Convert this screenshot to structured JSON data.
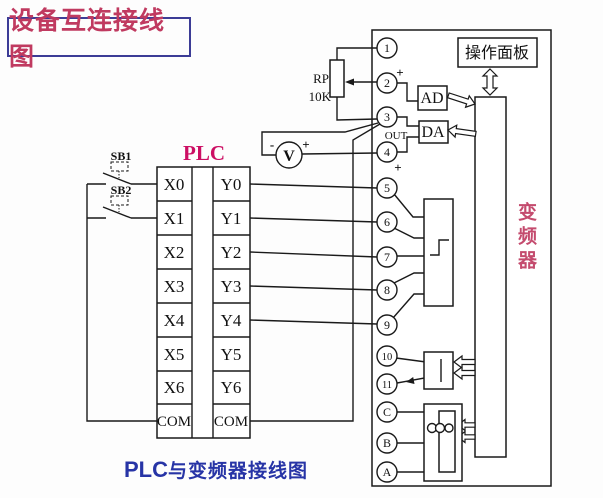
{
  "title": "设备互连接线图",
  "caption": {
    "plc": "PLC",
    "rest": "与变频器接线图"
  },
  "plc": {
    "label": "PLC",
    "inputs": [
      "X0",
      "X1",
      "X2",
      "X3",
      "X4",
      "X5",
      "X6",
      "COM"
    ],
    "outputs": [
      "Y0",
      "Y1",
      "Y2",
      "Y3",
      "Y4",
      "Y5",
      "Y6",
      "COM"
    ]
  },
  "switches": {
    "sb1": "SB1",
    "sb2": "SB2"
  },
  "potentiometer": {
    "name": "RP",
    "value": "10K"
  },
  "voltmeter": {
    "symbol": "V",
    "minus": "-",
    "plus": "+"
  },
  "terminals": [
    "1",
    "2",
    "3",
    "4",
    "5",
    "6",
    "7",
    "8",
    "9",
    "10",
    "11",
    "C",
    "B",
    "A"
  ],
  "annotations": {
    "out_label": "OUT",
    "plus_t2": "+",
    "plus_t4": "+"
  },
  "inverter": {
    "label": "变频器",
    "panel": "操作面板",
    "ad": "AD",
    "da": "DA"
  },
  "colors": {
    "line": "#1a1a1a",
    "title": "#c03a60",
    "title_border": "#3c3c96",
    "plc_label": "#cc0e63",
    "inverter_label": "#c44b6e",
    "caption": "#2734a6",
    "bg": "#fdfdfd"
  }
}
